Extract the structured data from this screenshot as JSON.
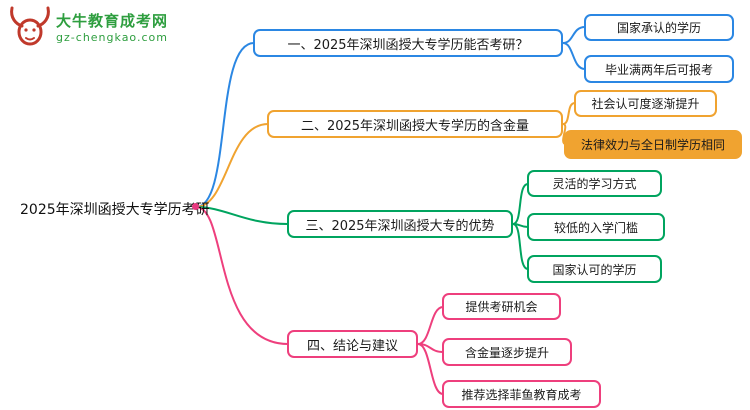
{
  "logo": {
    "title": "大牛教育成考网",
    "subtitle": "gz-chengkao.com",
    "brand_color": "#2e9e3f",
    "icon_color": "#c0392b"
  },
  "root": {
    "label": "2025年深圳函授大专学历考研",
    "junction_color": "#e8397f"
  },
  "branches": [
    {
      "label": "一、2025年深圳函授大专学历能否考研？",
      "color": "#2b87e3",
      "children": [
        {
          "label": "国家承认的学历"
        },
        {
          "label": "毕业满两年后可报考"
        }
      ]
    },
    {
      "label": "二、2025年深圳函授大专学历的含金量",
      "color": "#f0a330",
      "children": [
        {
          "label": "社会认可度逐渐提升"
        },
        {
          "label": "法律效力与全日制学历相同",
          "filled": true
        }
      ]
    },
    {
      "label": "三、2025年深圳函授大专的优势",
      "color": "#00a45f",
      "children": [
        {
          "label": "灵活的学习方式"
        },
        {
          "label": "较低的入学门槛"
        },
        {
          "label": "国家认可的学历"
        }
      ]
    },
    {
      "label": "四、结论与建议",
      "color": "#ee3f7d",
      "children": [
        {
          "label": "提供考研机会"
        },
        {
          "label": "含金量逐步提升"
        },
        {
          "label": "推荐选择菲鱼教育成考"
        }
      ]
    }
  ]
}
